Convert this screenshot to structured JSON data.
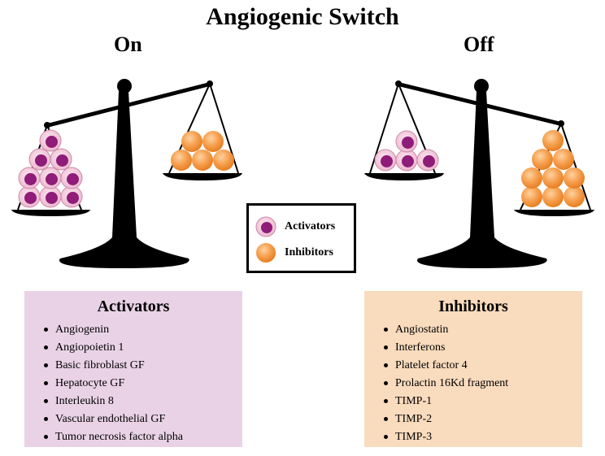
{
  "title": "Angiogenic Switch",
  "states": {
    "on": "On",
    "off": "Off"
  },
  "legend": {
    "activators": "Activators",
    "inhibitors": "Inhibitors"
  },
  "colors": {
    "activator_fill": "#8e1c78",
    "activator_ring": "#f3c9dc",
    "inhibitor_fill": "#f39a4a",
    "activators_panel": "#e9d2e6",
    "inhibitors_panel": "#f9dbbd"
  },
  "activators": {
    "title": "Activators",
    "items": [
      "Angiogenin",
      "Angiopoietin 1",
      "Basic fibroblast GF",
      "Hepatocyte GF",
      "Interleukin 8",
      "Vascular endothelial GF",
      "Tumor necrosis factor alpha"
    ]
  },
  "inhibitors": {
    "title": "Inhibitors",
    "items": [
      "Angiostatin",
      "Interferons",
      "Platelet factor 4",
      "Prolactin 16Kd fragment",
      "TIMP-1",
      "TIMP-2",
      "TIMP-3"
    ]
  }
}
